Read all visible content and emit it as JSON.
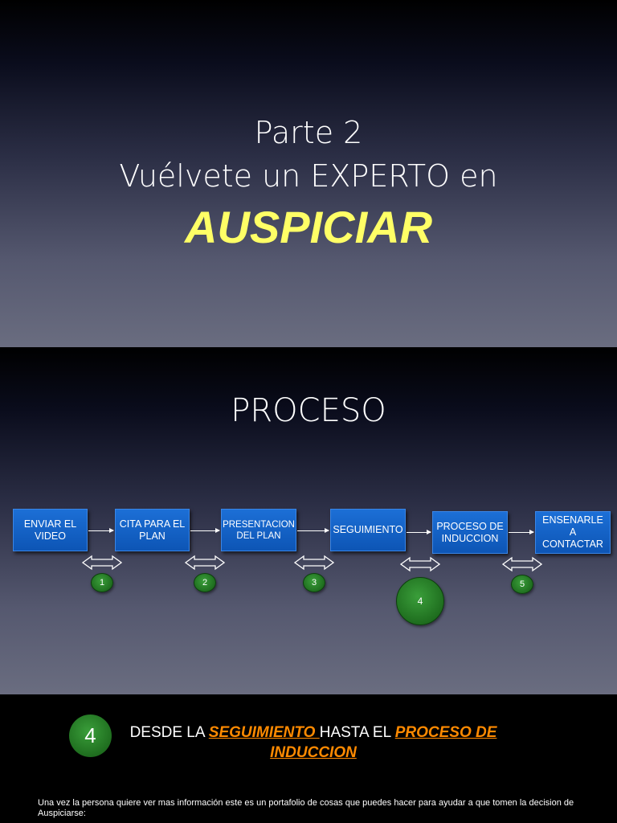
{
  "slide1": {
    "line1": "Parte 2",
    "line2": "Vuélvete un EXPERTO en",
    "highlight": "AUSPICIAR"
  },
  "slide2": {
    "title": "PROCESO",
    "steps": [
      "ENVIAR EL VIDEO",
      "CITA PARA EL PLAN",
      "PRESENTACION DEL PLAN",
      "SEGUIMIENTO",
      "PROCESO DE INDUCCION",
      "ENSENARLE A CONTACTAR"
    ],
    "connectors": [
      "1",
      "2",
      "3",
      "4",
      "5"
    ]
  },
  "slide3": {
    "step_number": "4",
    "text_before": "DESDE LA ",
    "highlight1": "SEGUIMIENTO ",
    "text_middle": "HASTA EL ",
    "highlight2": "PROCESO DE INDUCCION",
    "description": "Una vez la persona quiere ver mas información este es un portafolio de cosas que puedes hacer para ayudar a que tomen la decision de Auspiciarse:"
  },
  "colors": {
    "box_blue": "#1565c0",
    "circle_green": "#2e8b2e",
    "highlight_yellow": "#ffff66",
    "highlight_orange": "#ff8a00"
  }
}
